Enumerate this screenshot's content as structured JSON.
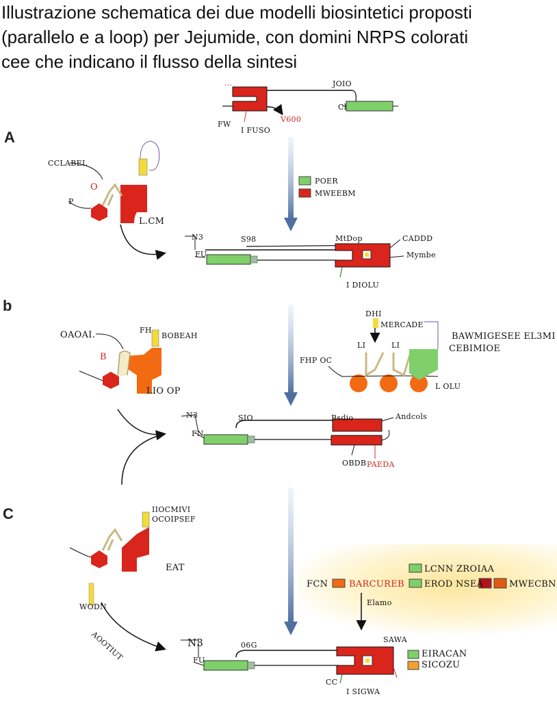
{
  "caption": "Illustrazione schematica dei due modelli biosintetici proposti (parallelo e a loop) per Jejumide, con domini NRPS colorati cee che indicano il flusso della sintesi",
  "panels": {
    "a": "A",
    "b": "b",
    "c": "C"
  },
  "colors": {
    "nrps_green": "#7fcf6a",
    "nrps_red": "#d9251c",
    "orange": "#f26a12",
    "yellow": "#f3dc3a",
    "cream": "#f2ecc8",
    "arrow_blue": "#4f6f9f"
  },
  "labels": {
    "top_jojo": "JOIO",
    "top_left_tag": "···",
    "top_fw": "FW",
    "top_fuso": "I FUSO",
    "top_v600": "V600",
    "top_ct": "Cl",
    "legend_poer": "POER",
    "legend_mweebm": "MWEEBM",
    "a_chain_label": "CCLABEL",
    "a_o": "O",
    "a_p": "P",
    "a_lcm": "L.CM",
    "a_strip_n3": "N3",
    "a_strip_fu": "FU",
    "a_strip_s98": "S98",
    "a_strip_mid": "MtDop",
    "a_strip_r1": "CADDD",
    "a_strip_r2": "Mymbe",
    "a_strip_bottom": "I DIOLU",
    "b_oaoai": "OAOAI.",
    "b_b": "B",
    "b_fh": "FH",
    "b_bobeah": "BOBEAH",
    "b_lio": "LIO OP",
    "b_right_dhi": "DHI",
    "b_right_ercade": "MERCADE",
    "b_right_big1": "BAWMIGESEE  EL3MI",
    "b_right_big2": "CEBIMIOE",
    "b_right_fhp": "FHP OC",
    "b_right_l1": "LI",
    "b_right_l2": "LI",
    "b_right_lou": "L OLU",
    "b_strip_n3": "N3",
    "b_strip_fn": "FN",
    "b_strip_sio": "SIO",
    "b_strip_bsd": "Bsdio",
    "b_strip_r1": "Andcols",
    "b_strip_bottom1": "OBDB",
    "b_strip_bottom2": "PAEDA",
    "c_oocmivi": "IIOCMIVI",
    "c_oconsef": "OCOIPSEF",
    "c_eat": "EAT",
    "c_wodn": "WODN",
    "c_side": "AOOTIUT",
    "c_box_top": "LCNN ZROIAA",
    "c_box_fcn": "FCN",
    "c_box_barcured": "BARCUREB",
    "c_box_erod": "EROD NSEA",
    "c_box_mwecbn": "MWECBN",
    "c_box_elamo": "Elamo",
    "c_strip_n3": "N3",
    "c_strip_fu": "FU",
    "c_strip_06g": "06G",
    "c_strip_sawa": "SAWA",
    "c_strip_key1": "EIRACAN",
    "c_strip_key2": "SICOZU",
    "c_strip_bottom": "I SIGWA",
    "c_strip_cc": "CC"
  }
}
